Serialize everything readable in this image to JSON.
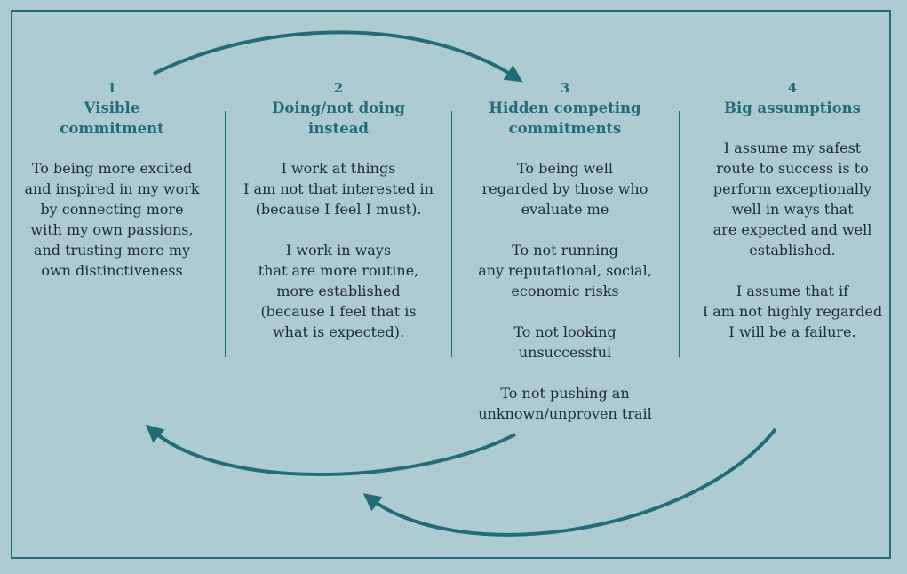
{
  "columns": [
    {
      "number": "1",
      "heading": [
        "Visible",
        "commitment"
      ],
      "paragraphs": [
        [
          "To being more excited",
          "and inspired in my work",
          "by connecting more",
          "with my own passions,",
          "and trusting more my",
          "own distinctiveness"
        ]
      ]
    },
    {
      "number": "2",
      "heading": [
        "Doing/not doing",
        "instead"
      ],
      "paragraphs": [
        [
          "I work at things",
          "I am not that interested in",
          "(because I feel I must)."
        ],
        [
          "I work in ways",
          "that are more routine,",
          "more established",
          "(because I feel that is",
          "what is expected)."
        ]
      ]
    },
    {
      "number": "3",
      "heading": [
        "Hidden competing",
        "commitments"
      ],
      "paragraphs": [
        [
          "To being well",
          "regarded by those who",
          "evaluate me"
        ],
        [
          "To not running",
          "any reputational, social,",
          "economic risks"
        ],
        [
          "To not looking",
          "unsuccessful"
        ],
        [
          "To not pushing an",
          "unknown/unproven trail"
        ]
      ]
    },
    {
      "number": "4",
      "heading": [
        "Big assumptions"
      ],
      "paragraphs": [
        [
          "I assume my safest",
          "route to success is to",
          "perform exceptionally",
          "well in ways that",
          "are expected and well",
          "established."
        ],
        [
          "I assume that if",
          "I am not highly regarded",
          "I will be a failure."
        ]
      ]
    }
  ],
  "colors": {
    "background": "#acccd2",
    "accent": "#1f6d7b",
    "text": "#1e2a2e"
  }
}
